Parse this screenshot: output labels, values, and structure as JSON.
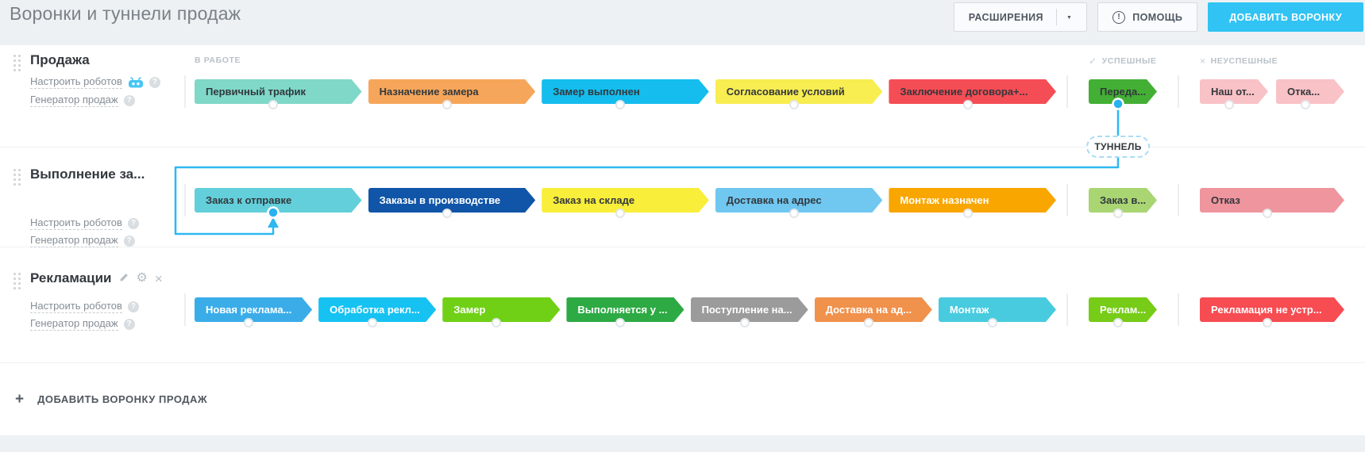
{
  "page": {
    "title": "Воронки и туннели продаж"
  },
  "toolbar": {
    "extensions_label": "РАСШИРЕНИЯ",
    "help_label": "ПОМОЩЬ",
    "add_funnel_label": "ДОБАВИТЬ ВОРОНКУ",
    "primary_color": "#31c3f3"
  },
  "zone_headers": {
    "work": "В РАБОТЕ",
    "success": "УСПЕШНЫЕ",
    "fail": "НЕУСПЕШНЫЕ"
  },
  "tunnel": {
    "label": "ТУННЕЛЬ",
    "color": "#2eb8f1"
  },
  "footer": {
    "add_label": "ДОБАВИТЬ ВОРОНКУ ПРОДАЖ"
  },
  "funnel_links": {
    "robots": "Настроить роботов",
    "generator": "Генератор продаж"
  },
  "funnels": [
    {
      "title": "Продажа",
      "has_robot_icon": true,
      "work": [
        {
          "label": "Первичный трафик",
          "bg": "#7fd8c8",
          "text": "dark"
        },
        {
          "label": "Назначение замера",
          "bg": "#f6a65a",
          "text": "dark"
        },
        {
          "label": "Замер выполнен",
          "bg": "#14bdee",
          "text": "dark"
        },
        {
          "label": "Согласование условий",
          "bg": "#f8ed51",
          "text": "dark"
        },
        {
          "label": "Заключение договора+...",
          "bg": "#f54d55",
          "text": "dark"
        }
      ],
      "success": [
        {
          "label": "Переда...",
          "bg": "#43af34",
          "text": "dark",
          "tunnel_dot": true
        }
      ],
      "fail": [
        {
          "label": "Наш от...",
          "bg": "#f9c2c6",
          "text": "dark"
        },
        {
          "label": "Отка...",
          "bg": "#f9c2c6",
          "text": "dark"
        }
      ]
    },
    {
      "title": "Выполнение за...",
      "has_robot_icon": false,
      "work": [
        {
          "label": "Заказ к отправке",
          "bg": "#63cfdb",
          "text": "dark",
          "tunnel_dot": true
        },
        {
          "label": "Заказы в производстве",
          "bg": "#1055a7",
          "text": "white"
        },
        {
          "label": "Заказ на складе",
          "bg": "#f9ee3a",
          "text": "dark"
        },
        {
          "label": "Доставка на адрес",
          "bg": "#70c7f0",
          "text": "dark"
        },
        {
          "label": "Монтаж назначен",
          "bg": "#f9a600",
          "text": "white"
        }
      ],
      "success": [
        {
          "label": "Заказ в...",
          "bg": "#a9d573",
          "text": "dark"
        }
      ],
      "fail": [
        {
          "label": "Отказ",
          "bg": "#ef959e",
          "text": "dark"
        }
      ]
    },
    {
      "title": "Рекламации",
      "has_robot_icon": false,
      "editable": true,
      "work": [
        {
          "label": "Новая реклама...",
          "bg": "#3aade9",
          "text": "white"
        },
        {
          "label": "Обработка рекл...",
          "bg": "#16c2f2",
          "text": "white"
        },
        {
          "label": "Замер",
          "bg": "#70d016",
          "text": "white"
        },
        {
          "label": "Выполняется у ...",
          "bg": "#2daa44",
          "text": "white"
        },
        {
          "label": "Поступление на...",
          "bg": "#9b9b9b",
          "text": "white"
        },
        {
          "label": "Доставка на ад...",
          "bg": "#f0914c",
          "text": "white"
        },
        {
          "label": "Монтаж",
          "bg": "#48cbdf",
          "text": "white"
        }
      ],
      "success": [
        {
          "label": "Реклам...",
          "bg": "#76cc17",
          "text": "white"
        }
      ],
      "fail": [
        {
          "label": "Рекламация не устр...",
          "bg": "#f64c52",
          "text": "white"
        }
      ]
    }
  ]
}
